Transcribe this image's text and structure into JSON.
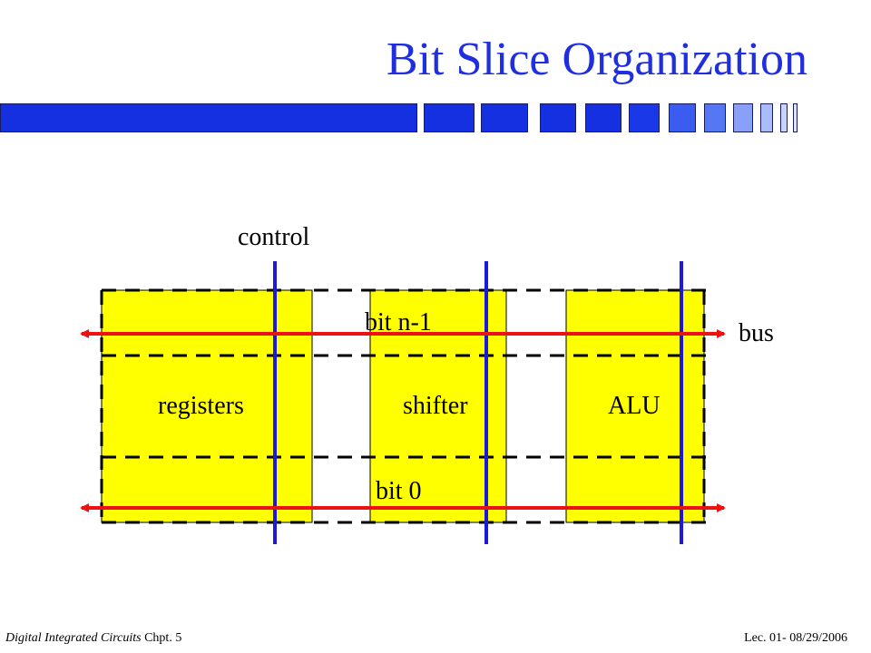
{
  "slide": {
    "title": "Bit Slice Organization",
    "footer": {
      "course": "Digital Integrated Circuits",
      "chapter": "Chpt. 5",
      "lecture": "Lec. 01- 08/29/2006"
    }
  },
  "diagram": {
    "blocks": [
      {
        "id": "registers",
        "label": "registers"
      },
      {
        "id": "shifter",
        "label": "shifter"
      },
      {
        "id": "alu",
        "label": "ALU"
      }
    ],
    "bits": {
      "top": "bit n-1",
      "bottom": "bit 0"
    },
    "labels": {
      "control": "control",
      "bus": "bus"
    }
  },
  "colors": {
    "title": "#1f2fe0",
    "block_fill": "#ffff00",
    "control_line": "#1a1adb",
    "bus_arrow": "#ee1111"
  }
}
